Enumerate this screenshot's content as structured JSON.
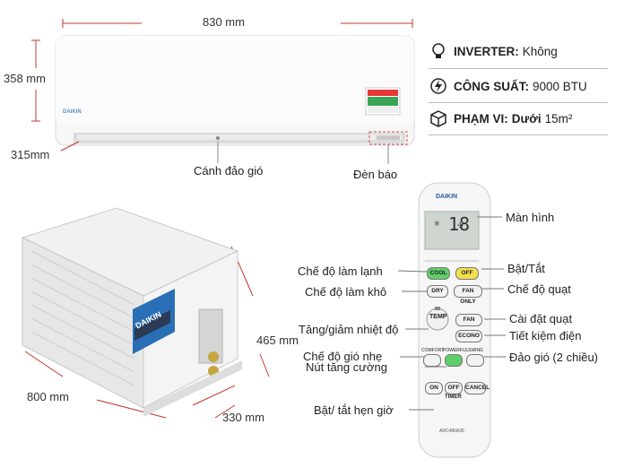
{
  "dimensions": {
    "indoor_width": "830 mm",
    "indoor_height": "358 mm",
    "indoor_depth": "315mm",
    "outdoor_height": "465 mm",
    "outdoor_width": "800 mm",
    "outdoor_depth": "330 mm"
  },
  "indoor_callouts": {
    "louver": "Cánh đảo gió",
    "indicator": "Đèn báo"
  },
  "specs": [
    {
      "icon": "lightbulb-icon",
      "label": "INVERTER:",
      "value": "Không"
    },
    {
      "icon": "power-bolt-icon",
      "label": "CÔNG SUẤT:",
      "value": "9000 BTU"
    },
    {
      "icon": "cube-icon",
      "label": "PHẠM VI:",
      "value": "Dưới",
      "value2": "15m²"
    }
  ],
  "brand": "DAIKIN",
  "remote": {
    "display_value": "18",
    "buttons": {
      "cool": "COOL",
      "off": "OFF",
      "dry": "DRY",
      "fan_only": "FAN ONLY",
      "temp": "TEMP",
      "fan": "FAN",
      "econo": "ECONO",
      "comfort": "COMFORT",
      "powerful": "POWERFUL",
      "swing": "SWING",
      "timer_on": "ON",
      "timer_off": "OFF",
      "timer": "TIMER",
      "cancel": "CANCEL"
    },
    "model": "ARC480A36"
  },
  "remote_callouts": {
    "screen": "Màn hình",
    "power": "Bật/Tắt",
    "cool_mode": "Chế độ làm lạnh",
    "dry_mode": "Chế độ làm khô",
    "fan_mode": "Chế độ quạt",
    "temp": "Tăng/giảm nhiệt độ",
    "fan_setting": "Cài đặt quạt",
    "econo": "Tiết kiệm điện",
    "comfort": "Chế độ gió nhẹ",
    "powerful": "Nút tăng cường",
    "swing": "Đảo gió (2 chiều)",
    "timer": "Bật/ tắt hẹn giờ"
  },
  "colors": {
    "accent_line": "#c0392b",
    "cool_button": "#5fcf6a",
    "off_button": "#f4e04d"
  }
}
